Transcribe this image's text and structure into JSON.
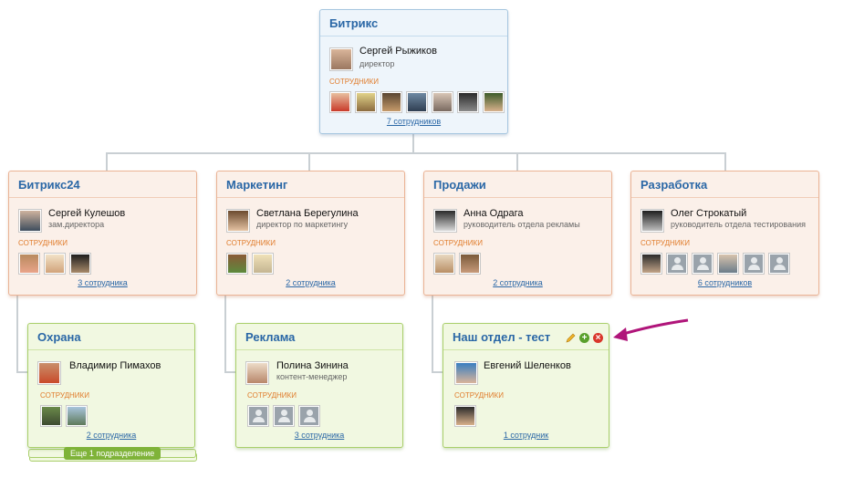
{
  "top": {
    "title": "Битрикс",
    "head_name": "Сергей Рыжиков",
    "head_pos": "директор",
    "emp_label": "сотрудники",
    "count": "7 сотрудников"
  },
  "departments": [
    {
      "title": "Битрикс24",
      "head_name": "Сергей Кулешов",
      "head_pos": "зам.директора",
      "emp_label": "сотрудники",
      "count": "3 сотрудника"
    },
    {
      "title": "Маркетинг",
      "head_name": "Светлана Берегулина",
      "head_pos": "директор по маркетингу",
      "emp_label": "сотрудники",
      "count": "2 сотрудника"
    },
    {
      "title": "Продажи",
      "head_name": "Анна Одрага",
      "head_pos": "руководитель отдела рекламы",
      "emp_label": "сотрудники",
      "count": "2 сотрудника"
    },
    {
      "title": "Разработка",
      "head_name": "Олег Строкатый",
      "head_pos": "руководитель отдела тестирования",
      "emp_label": "сотрудники",
      "count": "6 сотрудников"
    }
  ],
  "subdepartments": [
    {
      "title": "Охрана",
      "head_name": "Владимир Пимахов",
      "head_pos": "",
      "emp_label": "сотрудники",
      "count": "2 сотрудника",
      "more": "Еще 1 подразделение"
    },
    {
      "title": "Реклама",
      "head_name": "Полина Зинина",
      "head_pos": "контент-менеджер",
      "emp_label": "сотрудники",
      "count": "3 сотрудника"
    },
    {
      "title": "Наш отдел - тест",
      "head_name": "Евгений Шеленков",
      "head_pos": "",
      "emp_label": "сотрудники",
      "count": "1 сотрудник"
    }
  ],
  "controls": {
    "edit_icon": "pencil-icon",
    "add_icon": "plus-icon",
    "delete_icon": "close-icon"
  },
  "colors": {
    "title_blue": "#2a67a6",
    "label_orange": "#e07b2a",
    "arrow": "#b0157a"
  }
}
